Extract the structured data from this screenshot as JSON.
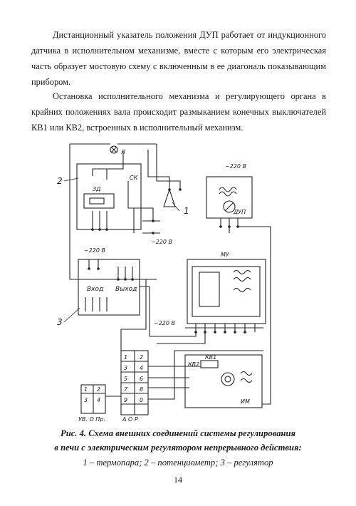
{
  "paragraphs": [
    "Дистанционный указатель положения ДУП работает от индукционного датчика в исполнительном механизме, вместе с которым его электрическая часть образует мостовую схему с включенным в ее диагональ показывающим прибором.",
    "Остановка исполнительного механизма и регулирующего органа в крайних положениях вала происходит размыканием конечных выключателей КВ1 или КВ2, встроенных в исполнительный механизм."
  ],
  "diagram": {
    "lamp": "Л",
    "sk": "СК",
    "zd": "ЗД",
    "v220_a": "~220 В",
    "v220_b": "~220 В",
    "v220_c": "~220 В",
    "v220_d": "~220 В",
    "dup": "ДУП",
    "mu": "МУ",
    "vhod": "Вход",
    "vyhod": "Выход",
    "kv1": "КВ1",
    "kv2": "КВ2",
    "im": "ИМ",
    "uv_label": "УВ. О Пр.",
    "aor_label": "А О Р",
    "num1": "1",
    "num2": "2",
    "num3": "3",
    "t1": "1",
    "t2": "2",
    "t3": "3",
    "t4": "4",
    "t5": "5",
    "t6": "6",
    "t7": "7",
    "t8": "8",
    "t9": "9",
    "t0": "0",
    "u1": "1",
    "u2": "2",
    "u3": "3",
    "u4": "4"
  },
  "caption": {
    "line1": "Рис. 4. Схема внешних соединений системы регулирования",
    "line2": "в печи с электрическим регулятором непрерывного действия:",
    "line3": "1 – термопара; 2 – потенциометр; 3 – регулятор"
  },
  "page_number": "14"
}
